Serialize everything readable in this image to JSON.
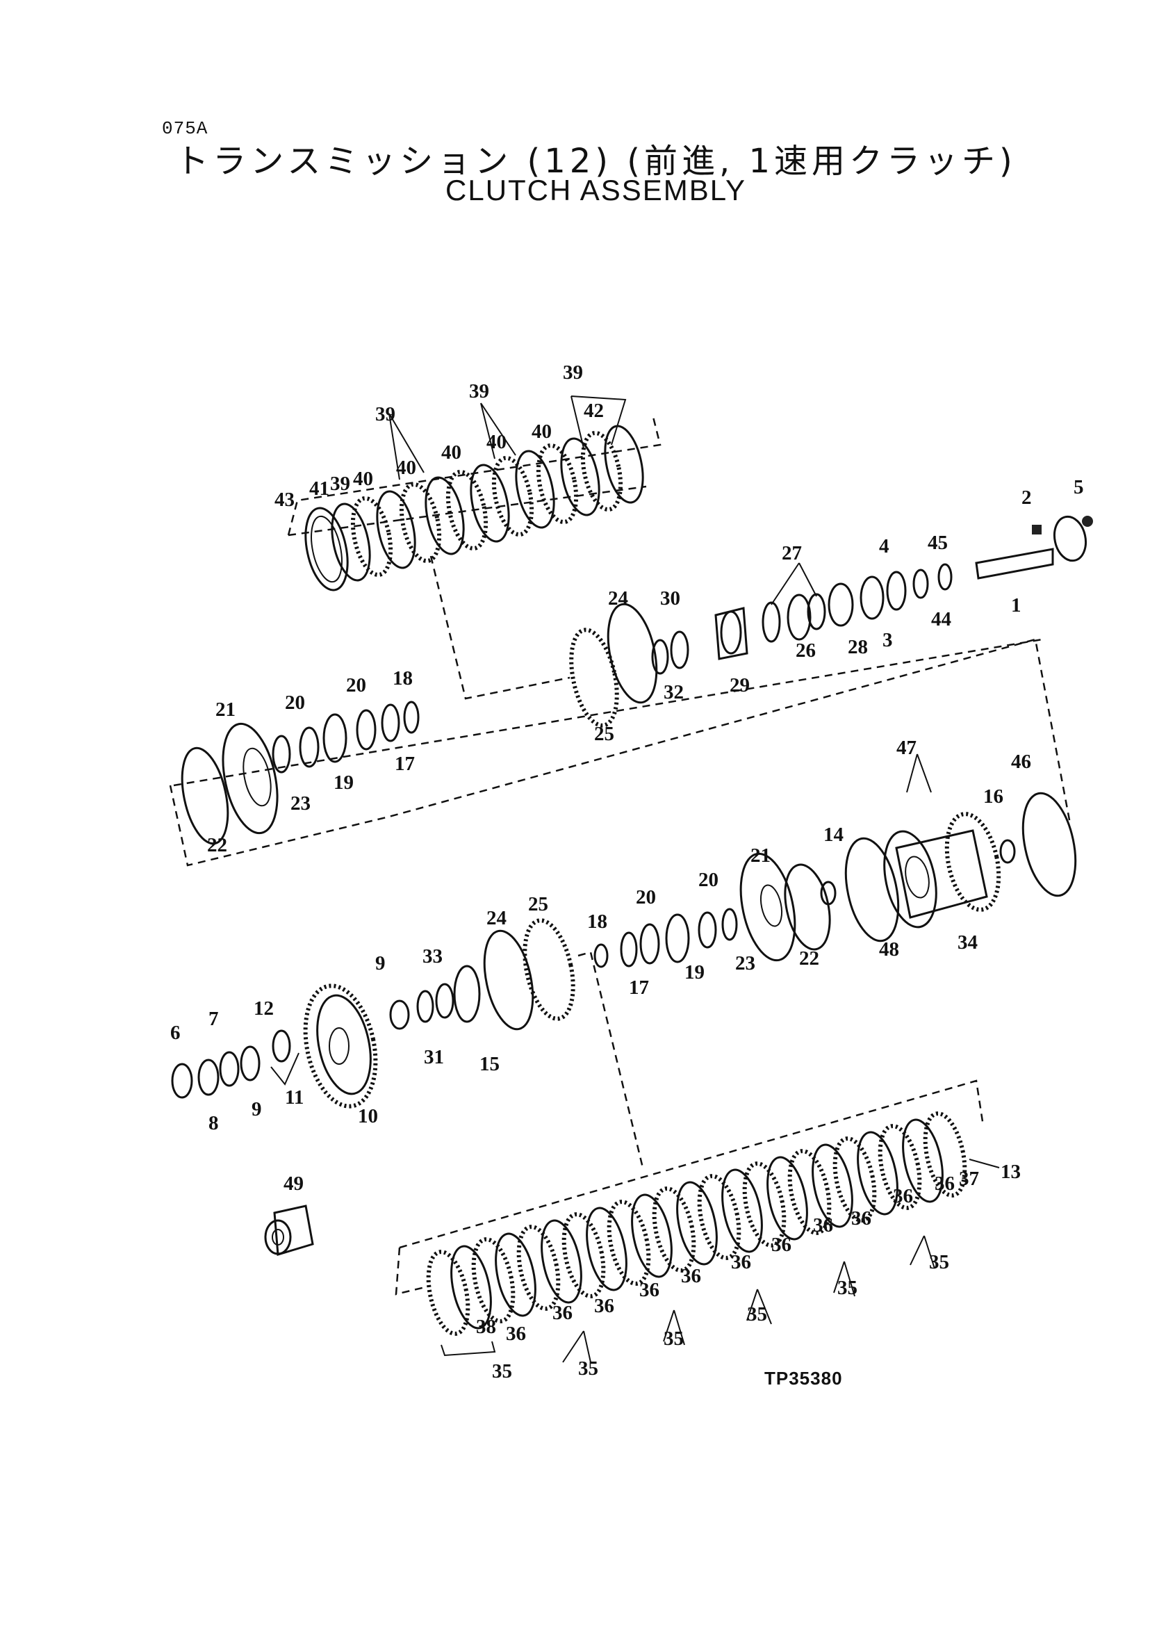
{
  "header": {
    "page_code": "075A",
    "title_jp": "トランスミッション (12) (前進, 1速用クラッチ)",
    "title_en": "CLUTCH ASSEMBLY"
  },
  "figure": {
    "code": "TP35380"
  },
  "callouts": {
    "c1": "1",
    "c2": "2",
    "c3": "3",
    "c4": "4",
    "c5": "5",
    "c6": "6",
    "c7": "7",
    "c8": "8",
    "c9": "9",
    "c10": "10",
    "c11": "11",
    "c12": "12",
    "c13": "13",
    "c14": "14",
    "c15": "15",
    "c16": "16",
    "c17": "17",
    "c18": "18",
    "c19": "19",
    "c20": "20",
    "c21": "21",
    "c22": "22",
    "c23": "23",
    "c24": "24",
    "c25": "25",
    "c26": "26",
    "c27": "27",
    "c28": "28",
    "c29": "29",
    "c30": "30",
    "c31": "31",
    "c32": "32",
    "c33": "33",
    "c34": "34",
    "c35": "35",
    "c36": "36",
    "c37": "37",
    "c38": "38",
    "c39": "39",
    "c40": "40",
    "c41": "41",
    "c42": "42",
    "c43": "43",
    "c44": "44",
    "c45": "45",
    "c46": "46",
    "c47": "47",
    "c48": "48",
    "c49": "49"
  }
}
